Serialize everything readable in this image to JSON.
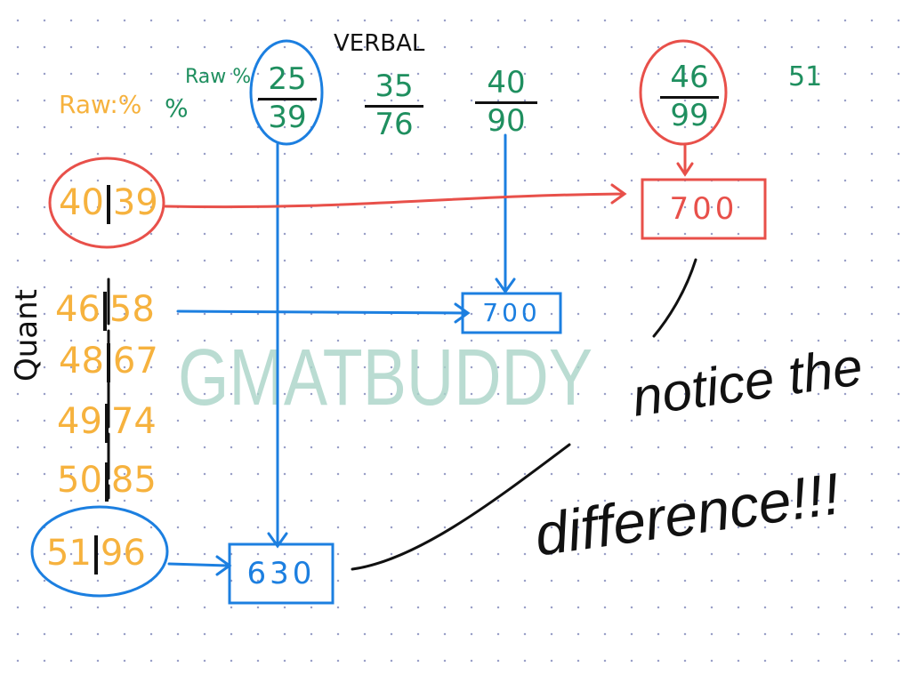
{
  "watermark": "GMATBUDDY",
  "colors": {
    "quant": "#f6b23e",
    "verbal": "#1f8f5f",
    "blue_path": "#1c7fe0",
    "red_path": "#e8504a",
    "ink": "#111111"
  },
  "headers": {
    "verbal": "VERBAL",
    "quant": "Quant",
    "raw_percent_quant": "Raw:%",
    "raw_percent_verbal": "Raw %",
    "percent_sign": "%"
  },
  "verbal": [
    {
      "raw": "25",
      "percentile": "39"
    },
    {
      "raw": "35",
      "percentile": "76"
    },
    {
      "raw": "40",
      "percentile": "90"
    },
    {
      "raw": "46",
      "percentile": "99"
    },
    {
      "raw": "51",
      "percentile": ""
    }
  ],
  "quant": [
    {
      "raw": "40",
      "percentile": "39"
    },
    {
      "raw": "46",
      "percentile": "58"
    },
    {
      "raw": "48",
      "percentile": "67"
    },
    {
      "raw": "49",
      "percentile": "74"
    },
    {
      "raw": "50",
      "percentile": "85"
    },
    {
      "raw": "51",
      "percentile": "96"
    }
  ],
  "scores": {
    "red": "700",
    "blue_mid": "700",
    "blue_low": "630"
  },
  "note": {
    "line1": "notice the",
    "line2": "difference!!!"
  }
}
